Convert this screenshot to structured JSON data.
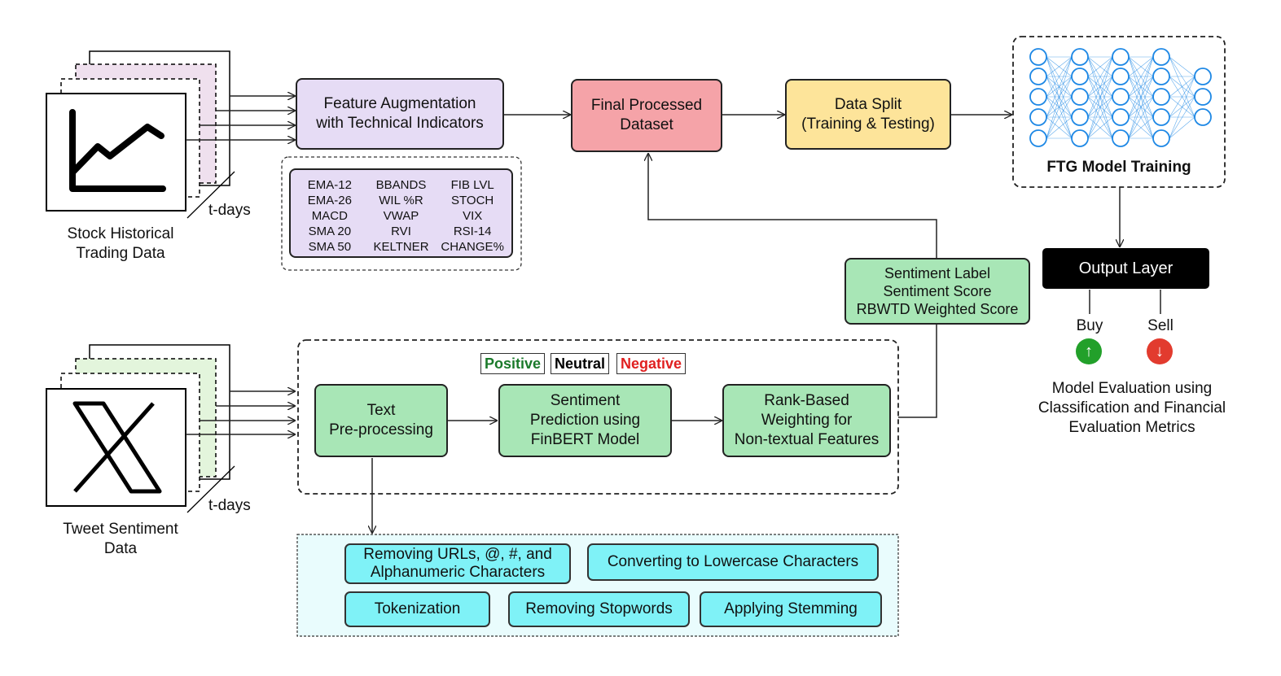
{
  "stock": {
    "label_line1": "Stock Historical",
    "label_line2": "Trading Data",
    "tdays": "t-days"
  },
  "tweet": {
    "label_line1": "Tweet Sentiment",
    "label_line2": "Data",
    "tdays": "t-days"
  },
  "feature_aug": {
    "line1": "Feature Augmentation",
    "line2": "with Technical Indicators"
  },
  "indicators": [
    "EMA-12",
    "BBANDS",
    "FIB LVL",
    "EMA-26",
    "WIL %R",
    "STOCH",
    "MACD",
    "VWAP",
    "VIX",
    "SMA 20",
    "RVI",
    "RSI-14",
    "SMA 50",
    "KELTNER",
    "CHANGE%"
  ],
  "final_dataset": {
    "line1": "Final Processed",
    "line2": "Dataset"
  },
  "data_split": {
    "line1": "Data Split",
    "line2": "(Training & Testing)"
  },
  "ftg": {
    "label": "FTG Model Training"
  },
  "output": {
    "label": "Output Layer",
    "buy": "Buy",
    "sell": "Sell",
    "buy_arrow": "↑",
    "sell_arrow": "↓"
  },
  "evaluation": {
    "line1": "Model Evaluation using",
    "line2": "Classification and Financial",
    "line3": "Evaluation Metrics"
  },
  "sentiment_box": {
    "line1": "Sentiment Label",
    "line2": "Sentiment Score",
    "line3": "RBWTD Weighted Score"
  },
  "sentiment_tags": {
    "positive": "Positive",
    "neutral": "Neutral",
    "negative": "Negative"
  },
  "text_pre": {
    "line1": "Text",
    "line2": "Pre-processing"
  },
  "sent_pred": {
    "line1": "Sentiment",
    "line2": "Prediction using",
    "line3": "FinBERT Model"
  },
  "rank": {
    "line1": "Rank-Based",
    "line2": "Weighting for",
    "line3": "Non-textual Features"
  },
  "preprocessing_steps": {
    "urls_line1": "Removing URLs, @, #, and",
    "urls_line2": "Alphanumeric Characters",
    "lowercase": "Converting to Lowercase Characters",
    "tokenization": "Tokenization",
    "stopwords": "Removing Stopwords",
    "stemming": "Applying Stemming"
  },
  "colors": {
    "purple": "#e6dcf5",
    "red": "#f5a3a8",
    "yellow": "#fde49a",
    "green": "#a8e6b6",
    "cyan": "#7ff2f7",
    "buy": "#22a02a",
    "sell": "#e23b2e",
    "neuron": "#1e88e5"
  }
}
